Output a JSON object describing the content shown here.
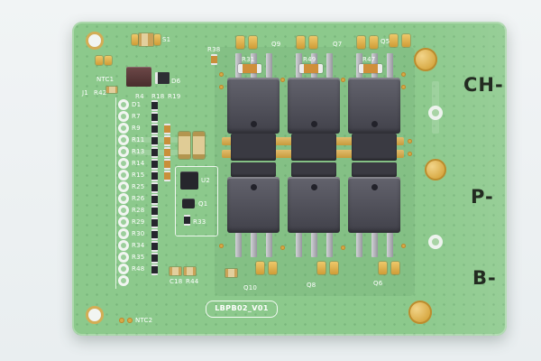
{
  "terminals": {
    "ch": "CH-",
    "p": "P-",
    "b": "B-"
  },
  "silkscreen": {
    "version": "LBPB02_V01",
    "s1": "S1",
    "ntc1": "NTC1",
    "ntc2": "NTC2",
    "j1": "J1",
    "r42": "R42",
    "d6": "D6",
    "r4": "R4",
    "r18": "R18",
    "r19": "R19",
    "u2": "U2",
    "q1": "Q1",
    "r33": "R33",
    "c18": "C18",
    "r44": "R44"
  },
  "top_row": {
    "r38": "R38",
    "q9": "Q9",
    "q7": "Q7",
    "q5": "Q5",
    "r31": "R31",
    "r49": "R49",
    "r47": "R47"
  },
  "bottom_row": {
    "q10": "Q10",
    "q8": "Q8",
    "q6": "Q6"
  },
  "left_rows": [
    "D1",
    "R7",
    "R9",
    "R11",
    "R13",
    "R14",
    "R15",
    "R25",
    "R26",
    "R28",
    "R29",
    "R30",
    "R34",
    "R35",
    "R48"
  ],
  "colors": {
    "board": "#8cc98c",
    "gold": "#d8a945",
    "mosfet_body": "#4a4a54",
    "silkscreen": "#ffffff"
  }
}
